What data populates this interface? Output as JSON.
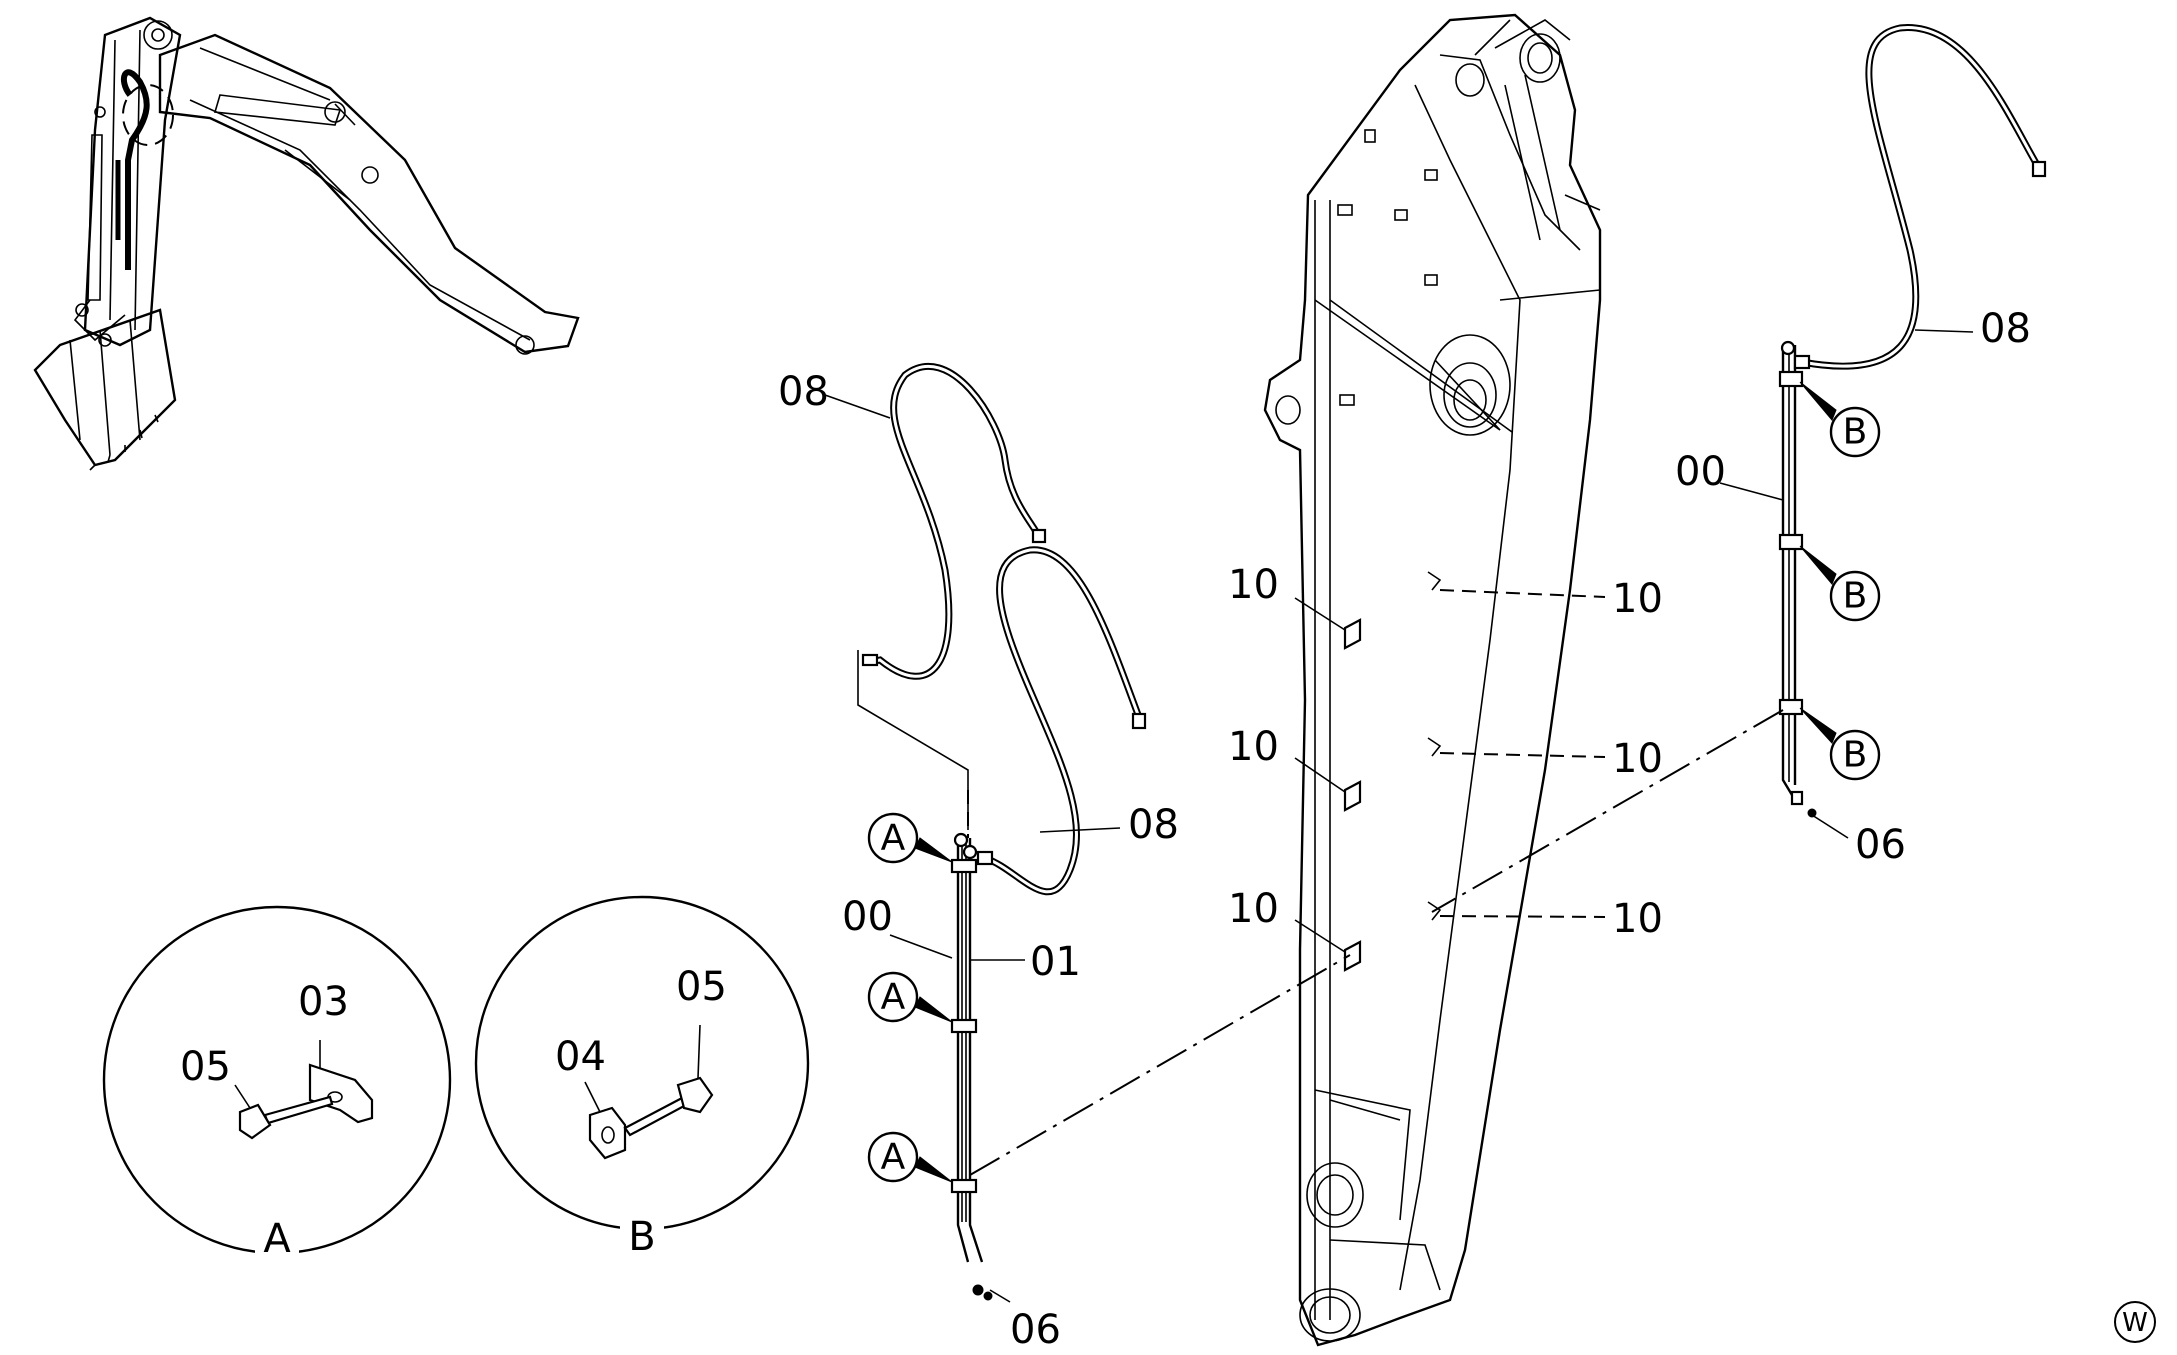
{
  "callouts": {
    "hose_top": "08",
    "hose_mid": "08",
    "hose_right": "08",
    "assy_left": "00",
    "pipe_left": "01",
    "assy_right": "00",
    "plug_left": "06",
    "plug_right": "06",
    "clamp_l1": "10",
    "clamp_l2": "10",
    "clamp_l3": "10",
    "clamp_r1": "10",
    "clamp_r2": "10",
    "clamp_r3": "10",
    "detA_clamp": "03",
    "detA_bolt": "05",
    "detB_block": "04",
    "detB_bolt": "05"
  },
  "markers": {
    "a1": "A",
    "a2": "A",
    "a3": "A",
    "b1": "B",
    "b2": "B",
    "b3": "B"
  },
  "details": {
    "a_title": "A",
    "b_title": "B"
  },
  "corner_mark": "W"
}
